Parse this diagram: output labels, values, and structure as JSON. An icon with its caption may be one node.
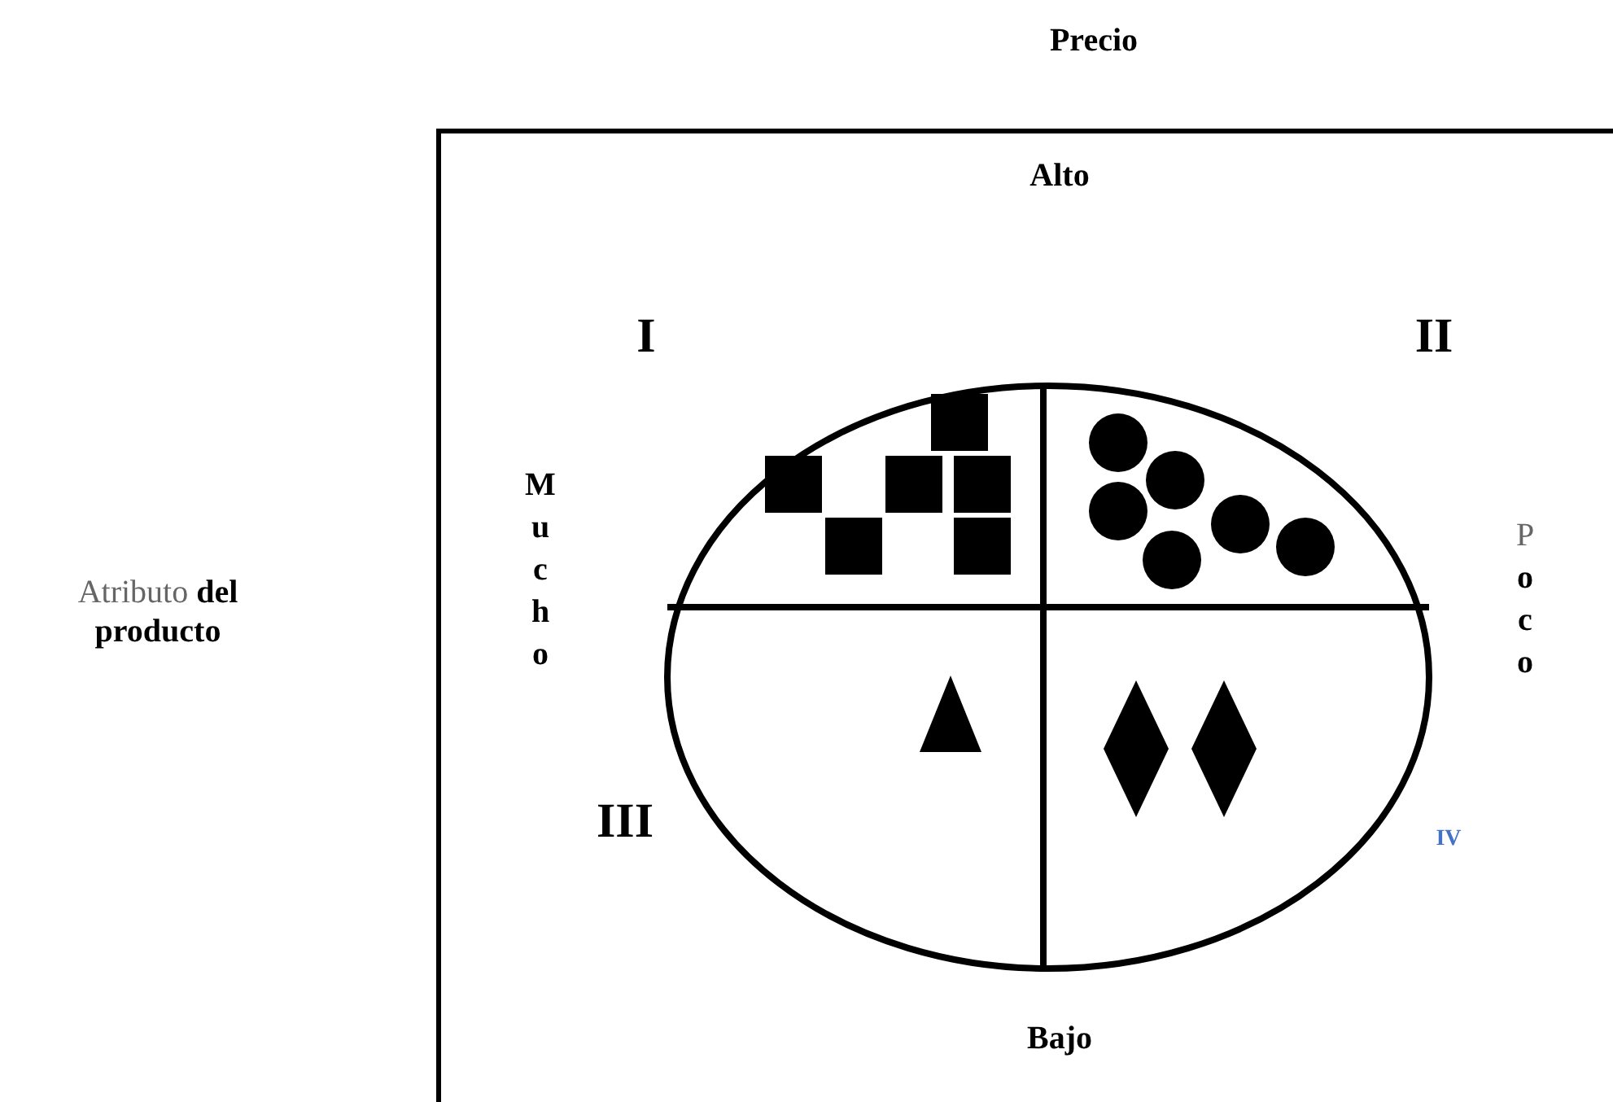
{
  "diagram": {
    "title": "Precio",
    "nodes": [
      {
        "text": [],
        "shape": "box"
      },
      {
        "text": [],
        "shape": "circle",
        "in": 0
      }
    ],
    "edges": [],
    "labels": [
      "Alto",
      "I",
      "II",
      "Mucho",
      "P**oco**",
      "III",
      "IV",
      "Bajo",
      "Atributo **del producto**"
    ]
  }
}
